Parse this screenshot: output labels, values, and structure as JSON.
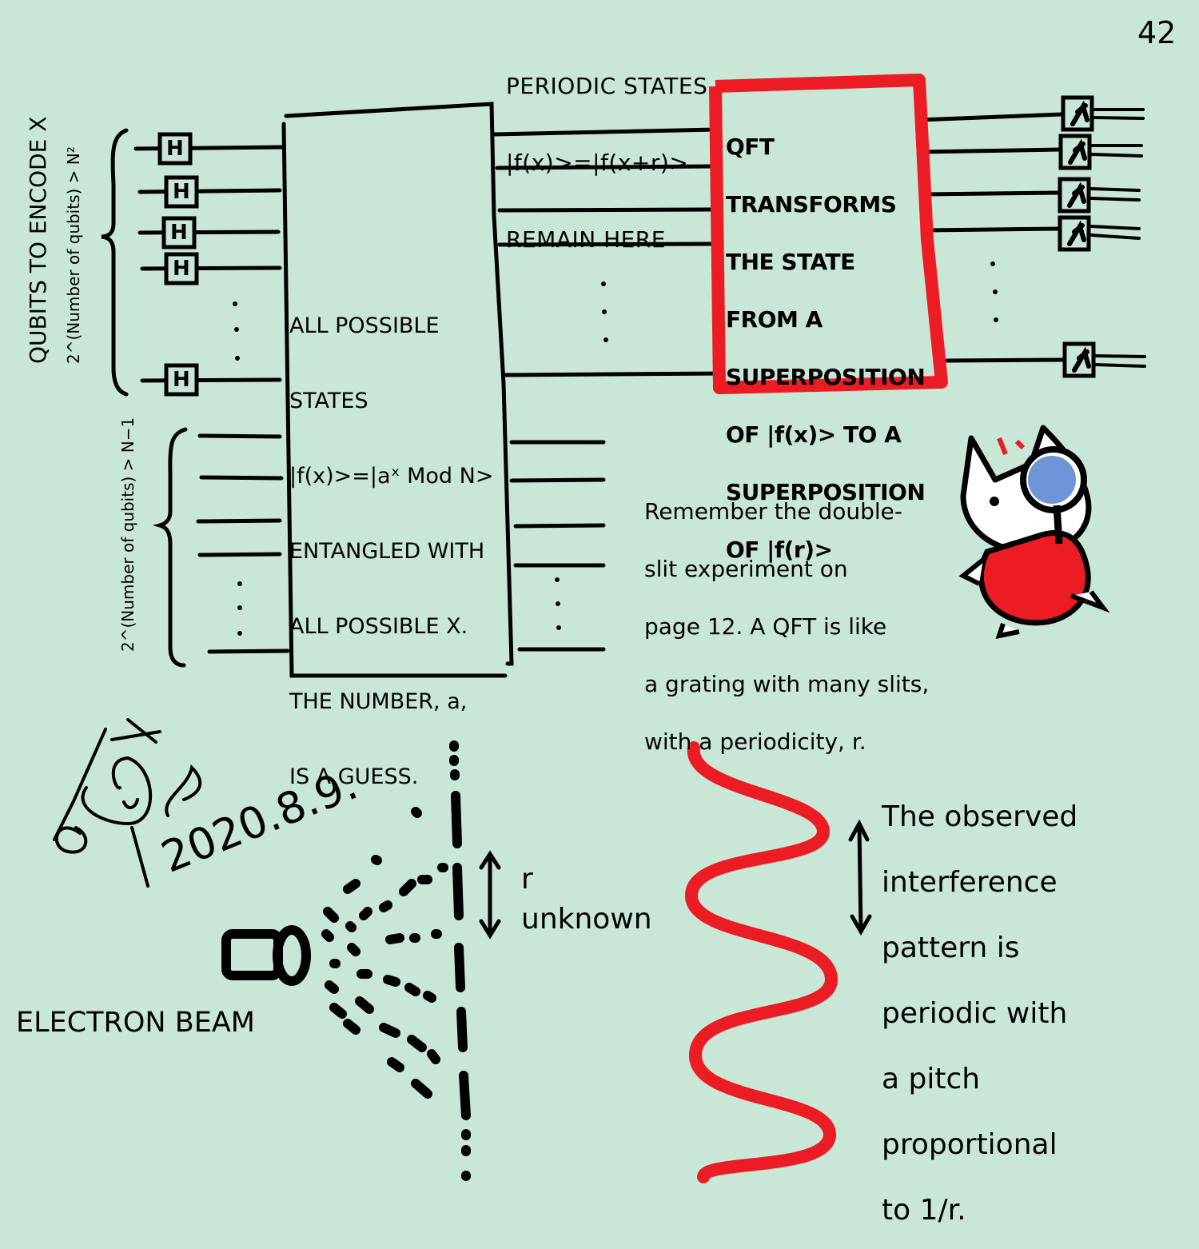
{
  "page_number": "42",
  "top_label": [
    "PERIODIC STATES",
    "|f(x)>=|f(x+r)>",
    "REMAIN HERE"
  ],
  "left_labels": {
    "upper_title": "QUBITS TO ENCODE X",
    "upper_condition": "2^(Number of qubits) > N²",
    "lower_condition": "2^(Number of qubits) > N−1"
  },
  "gate_label": "H",
  "oracle_box": [
    "ALL POSSIBLE",
    "STATES",
    "|f(x)>=|aˣ Mod N>",
    "ENTANGLED WITH",
    "ALL POSSIBLE X.",
    "THE NUMBER, a,",
    "IS A GUESS."
  ],
  "qft_box": [
    "QFT",
    "TRANSFORMS",
    "THE STATE",
    "FROM A",
    "SUPERPOSITION",
    "OF |f(x)> TO A",
    "SUPERPOSITION",
    "OF |f(r)>"
  ],
  "remember_note": [
    "Remember the double-",
    "slit experiment on",
    "page 12. A QFT is like",
    "a grating with many slits,",
    "with a periodicity, r."
  ],
  "signature_date": "2020.8.9.",
  "electron_beam_label": "ELECTRON BEAM",
  "r_label": "r",
  "unknown_label": "unknown",
  "observed_note": [
    "The observed",
    "interference",
    "pattern is",
    "periodic with",
    "a pitch",
    "proportional",
    "to 1/r."
  ],
  "colors": {
    "background": "#c9e7d7",
    "accent_red": "#ec1c24",
    "ink": "#000000"
  }
}
